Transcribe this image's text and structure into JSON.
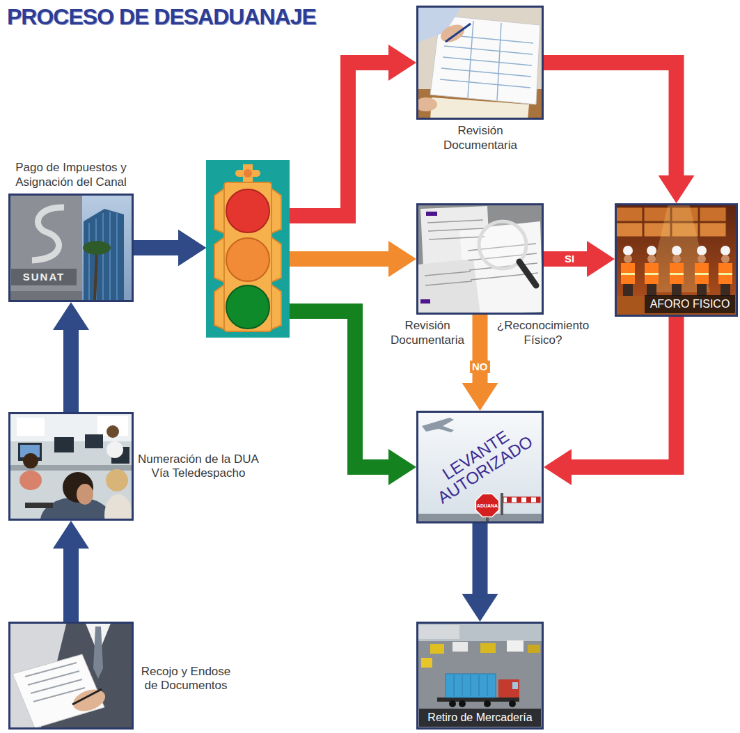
{
  "diagram": {
    "title": "PROCESO DE DESADUANAJE",
    "nodes": [
      {
        "text": [
          "Pago de Impuestos y Asignación del Canal",
          "SUNAT"
        ]
      },
      {
        "text": [
          "Revisión Documentaria"
        ]
      },
      {
        "text": [
          "Revisión Documentaria",
          "¿Reconocimiento Físico?"
        ]
      },
      {
        "text": [
          "AFORO FISICO"
        ]
      },
      {
        "text": [
          "LEVANTE AUTORIZADO",
          "ADUANA"
        ]
      },
      {
        "text": [
          "Retiro de Mercadería"
        ]
      },
      {
        "text": [
          "Numeración de la DUA Vía Teledespacho"
        ]
      },
      {
        "text": [
          "Recojo y Endose de Documentos"
        ]
      }
    ],
    "edges": [
      {
        "from": 7,
        "to": 6,
        "arrow": "to"
      },
      {
        "from": 6,
        "to": 0,
        "arrow": "to"
      },
      {
        "from": 0,
        "to": 1,
        "arrow": "to"
      },
      {
        "from": 0,
        "to": 2,
        "arrow": "to"
      },
      {
        "from": 0,
        "to": 4,
        "arrow": "to"
      },
      {
        "from": 1,
        "to": 3,
        "arrow": "to"
      },
      {
        "from": 2,
        "to": 3,
        "label": "SI",
        "arrow": "to"
      },
      {
        "from": 2,
        "to": 4,
        "label": "NO",
        "arrow": "to"
      },
      {
        "from": 3,
        "to": 4,
        "arrow": "to"
      },
      {
        "from": 4,
        "to": 5,
        "arrow": "to"
      }
    ]
  }
}
